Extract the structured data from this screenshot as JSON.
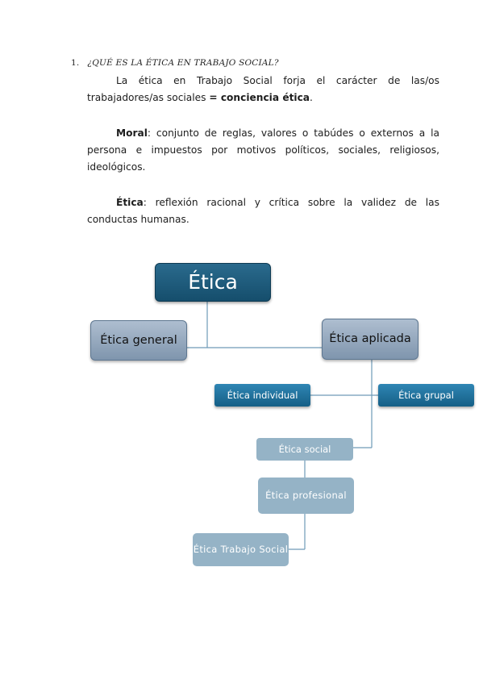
{
  "section": {
    "number": "1.",
    "title": "¿QUÉ ES LA ÉTICA EN TRABAJO SOCIAL?"
  },
  "paragraphs": {
    "intro_text": "La ética en Trabajo Social forja el carácter de las/os trabajadores/as sociales ",
    "intro_bold": "= conciencia ética",
    "intro_end": ".",
    "moral_term": "Moral",
    "moral_text": ": conjunto de reglas, valores o tabúdes o externos a la persona e impuestos por motivos políticos, sociales, religiosos, ideológicos.",
    "etica_term": "Ética",
    "etica_text": ": reflexión racional y crítica sobre la validez de las conductas humanas."
  },
  "diagram": {
    "root": "Ética",
    "general": "Ética general",
    "aplicada": "Ética aplicada",
    "individual": "Ética individual",
    "grupal": "Ética grupal",
    "social": "Ética social",
    "profesional": "Ética profesional",
    "trabajo_social": "Ética Trabajo Social",
    "colors": {
      "root": "#1b5a7b",
      "level1": "#8fa3b9",
      "level2": "#1f6f99",
      "level3": "#95b3c6",
      "line": "#6f9bb8"
    }
  }
}
